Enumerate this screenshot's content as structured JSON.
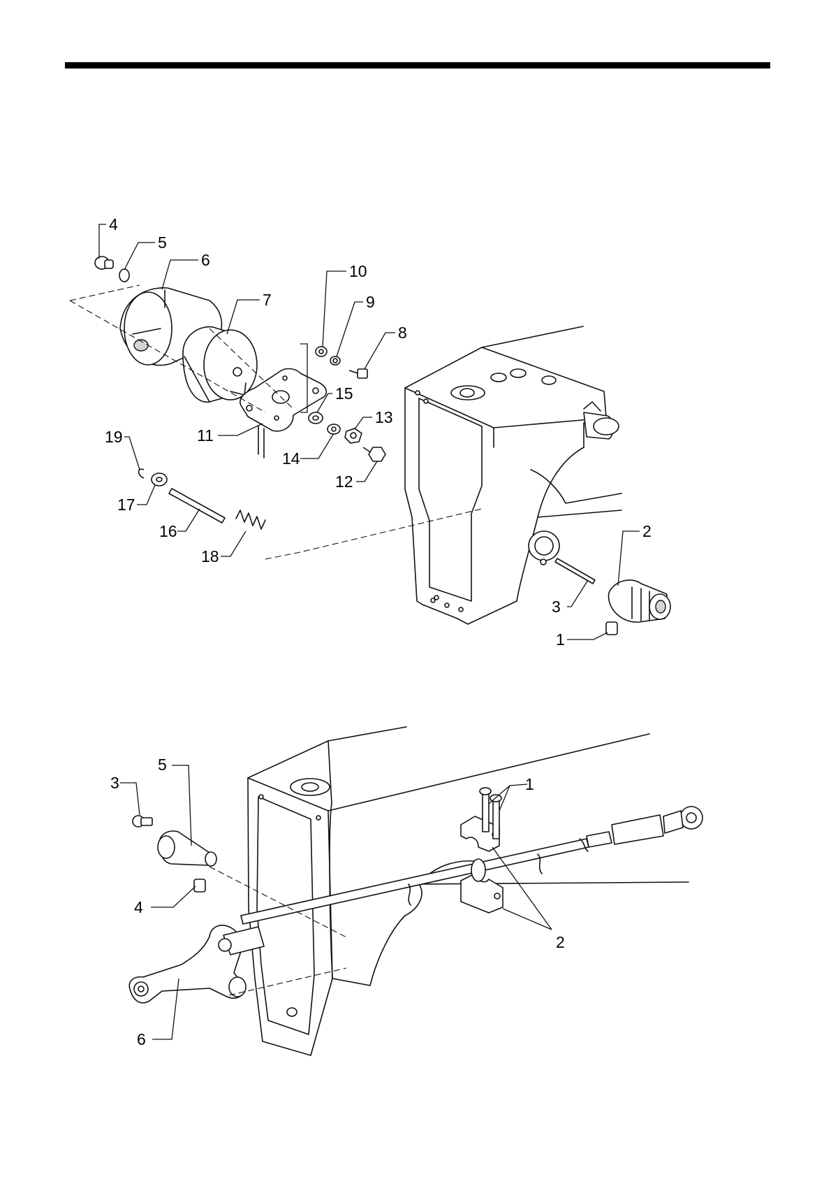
{
  "diagram_top": {
    "callouts": [
      "1",
      "2",
      "3",
      "4",
      "5",
      "6",
      "7",
      "8",
      "9",
      "10",
      "11",
      "12",
      "13",
      "14",
      "15",
      "16",
      "17",
      "18",
      "19"
    ]
  },
  "diagram_bottom": {
    "callouts": [
      "1",
      "2",
      "3",
      "4",
      "5",
      "6"
    ]
  }
}
